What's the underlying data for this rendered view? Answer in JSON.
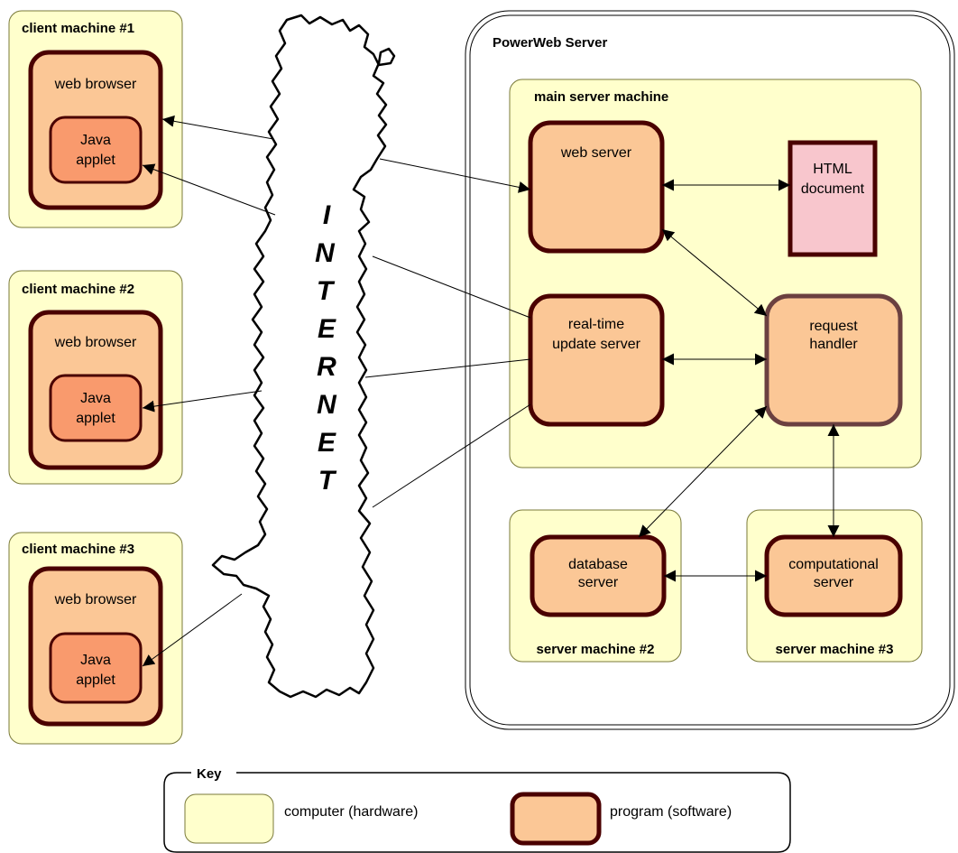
{
  "colors": {
    "hardware": "#ffffcc",
    "software": "#fbc796",
    "applet": "#f99a6d",
    "document": "#f8c6cd",
    "border_dark": "#4a0000"
  },
  "clients": [
    {
      "title": "client machine #1",
      "browser": "web browser",
      "applet_line1": "Java",
      "applet_line2": "applet"
    },
    {
      "title": "client machine #2",
      "browser": "web browser",
      "applet_line1": "Java",
      "applet_line2": "applet"
    },
    {
      "title": "client machine #3",
      "browser": "web browser",
      "applet_line1": "Java",
      "applet_line2": "applet"
    }
  ],
  "internet": {
    "letters": [
      "I",
      "N",
      "T",
      "E",
      "R",
      "N",
      "E",
      "T"
    ]
  },
  "server": {
    "title": "PowerWeb Server",
    "main_machine": "main server machine",
    "web_server": "web server",
    "html_doc_line1": "HTML",
    "html_doc_line2": "document",
    "rt_line1": "real-time",
    "rt_line2": "update server",
    "rh_line1": "request",
    "rh_line2": "handler",
    "db_line1": "database",
    "db_line2": "server",
    "comp_line1": "computational",
    "comp_line2": "server",
    "machine2": "server machine #2",
    "machine3": "server machine #3"
  },
  "key": {
    "title": "Key",
    "hardware_label": "computer (hardware)",
    "software_label": "program (software)"
  }
}
